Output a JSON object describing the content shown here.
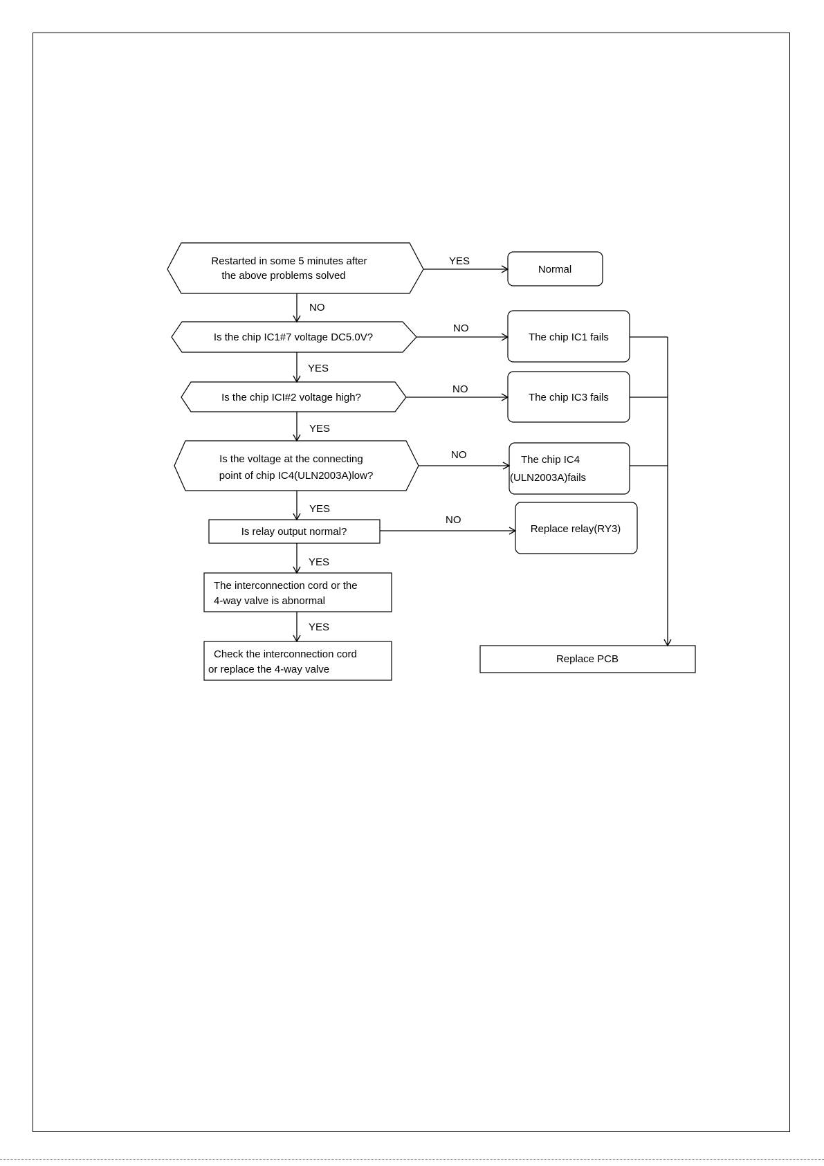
{
  "nodes": {
    "restarted": {
      "lines": [
        "Restarted in some 5 minutes after",
        "the above problems solved"
      ]
    },
    "normal": {
      "lines": [
        "Normal"
      ]
    },
    "ic1_voltage": {
      "lines": [
        "Is the chip IC1#7 voltage DC5.0V?"
      ]
    },
    "ic1_fails": {
      "lines": [
        "The chip IC1 fails"
      ]
    },
    "ic3_voltage": {
      "lines": [
        "Is the chip ICI#2 voltage high?"
      ]
    },
    "ic3_fails": {
      "lines": [
        "The chip IC3 fails"
      ]
    },
    "ic4_voltage": {
      "lines": [
        "Is the voltage at the connecting",
        "point of chip IC4(ULN2003A)low?"
      ]
    },
    "ic4_fails": {
      "lines": [
        "The chip IC4",
        "(ULN2003A)fails"
      ]
    },
    "relay_output": {
      "lines": [
        "Is relay output normal?"
      ]
    },
    "replace_relay": {
      "lines": [
        "Replace relay(RY3)"
      ]
    },
    "cord_abnormal": {
      "lines": [
        "The interconnection cord or the",
        "4-way valve is abnormal"
      ]
    },
    "check_cord": {
      "lines": [
        "Check the interconnection cord",
        "or replace the 4-way valve"
      ]
    },
    "replace_pcb": {
      "lines": [
        "Replace PCB"
      ]
    }
  },
  "edge_labels": {
    "restarted_yes": "YES",
    "restarted_no": "NO",
    "ic1_no": "NO",
    "ic1_yes": "YES",
    "ic3_no": "NO",
    "ic3_yes": "YES",
    "ic4_no": "NO",
    "ic4_yes": "YES",
    "relay_no": "NO",
    "relay_yes": "YES",
    "cord_yes": "YES"
  }
}
